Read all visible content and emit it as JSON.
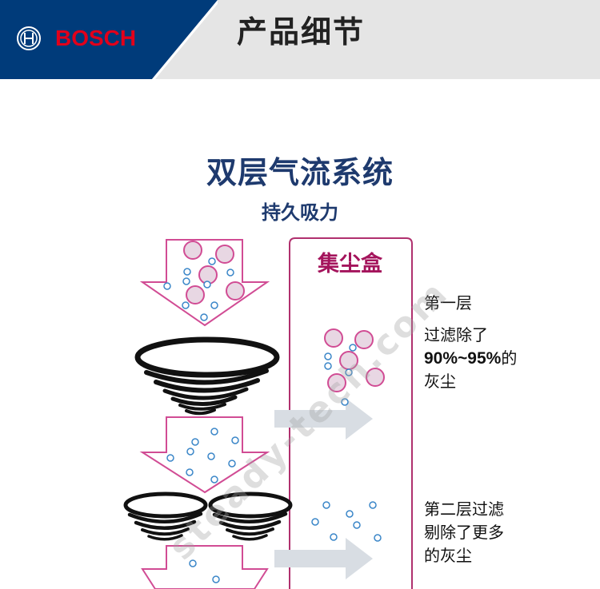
{
  "header": {
    "brand": "BOSCH",
    "title": "产品细节",
    "colors": {
      "band": "#003b7a",
      "brand_text": "#e2001a",
      "background": "#e5e5e5"
    }
  },
  "main": {
    "title": "双层气流系统",
    "subtitle": "持久吸力"
  },
  "dust_box": {
    "label": "集尘盒"
  },
  "descriptions": {
    "first": {
      "line1": "第一层",
      "line2": "过滤除了",
      "line3_strong": "90%~95%",
      "line3_rest": "的",
      "line4": "灰尘"
    },
    "second": {
      "line1": "第二层过滤",
      "line2": "剔除了更多",
      "line3": "的灰尘"
    }
  },
  "watermark": "steady-tech.com",
  "icons": [
    "bosch-logo-icon",
    "down-arrow-icon",
    "cyclone-icon",
    "right-arrow-icon",
    "dust-particle-icon"
  ]
}
